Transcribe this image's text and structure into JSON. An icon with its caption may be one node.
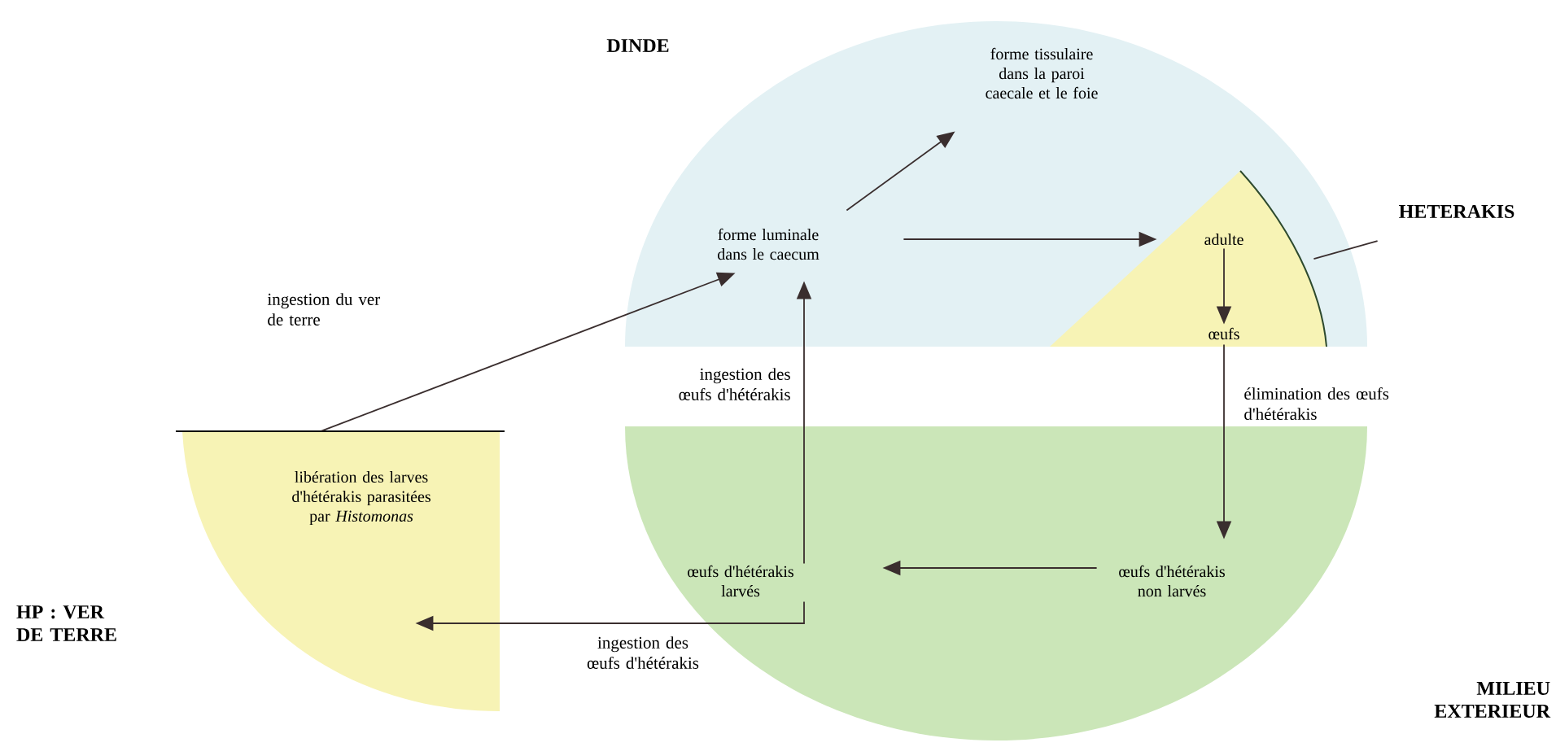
{
  "diagram": {
    "nodes": [
      {
        "text": [
          "DINDE"
        ]
      },
      {
        "text": [
          "forme tissulaire dans la paroi caecale et le foie"
        ],
        "in": 0
      },
      {
        "text": [
          "forme luminale dans le caecum"
        ],
        "in": 0
      },
      {
        "text": [
          "HETERAKIS"
        ]
      },
      {
        "text": [],
        "shape": "wedge",
        "in": 0
      },
      {
        "text": [
          "adulte"
        ],
        "in": 4
      },
      {
        "text": [
          "œufs"
        ],
        "in": 4
      },
      {
        "text": [
          "HP : VER DE TERRE",
          "libération des larves d'hétérakis parasitées par *Histomonas*"
        ]
      },
      {
        "text": [
          "MILIEU EXTERIEUR"
        ]
      },
      {
        "text": [
          "œufs d'hétérakis larvés"
        ],
        "in": 8
      },
      {
        "text": [
          "œufs d'hétérakis non larvés"
        ],
        "in": 8
      }
    ],
    "edges": [
      {
        "from": 2,
        "to": 1,
        "arrow": "to"
      },
      {
        "from": 2,
        "to": 5,
        "arrow": "to"
      },
      {
        "from": 5,
        "to": 6,
        "arrow": "to"
      },
      {
        "from": 6,
        "to": 10,
        "arrow": "to",
        "label": "élimination des œufs d'hétérakis"
      },
      {
        "from": 10,
        "to": 9,
        "arrow": "to"
      },
      {
        "from": 9,
        "to": 2,
        "arrow": "to",
        "label": "ingestion des œufs d'hétérakis"
      },
      {
        "from": 9,
        "to": 7,
        "arrow": "to",
        "label": "ingestion des œufs d'hétérakis"
      },
      {
        "from": 7,
        "to": 2,
        "arrow": "to",
        "label": "ingestion du ver de terre"
      },
      {
        "from": 3,
        "to": 4,
        "arrow": "none"
      }
    ]
  }
}
